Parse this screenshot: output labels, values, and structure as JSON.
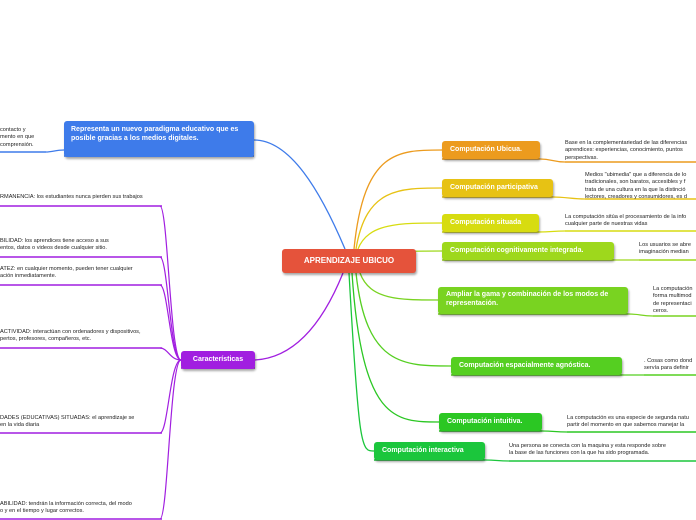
{
  "central": {
    "label": "APRENDIZAJE UBICUO",
    "color": "#e5533b"
  },
  "left_top": {
    "label": "Representa un nuevo paradigma educativo que es posible gracias a los medios digitales.",
    "color": "#3e7bea",
    "note_lines": [
      "contacto y",
      "mento en que",
      "comprensión."
    ]
  },
  "caracteristicas": {
    "label": "Características",
    "color": "#a11ee0",
    "items": [
      {
        "lines": [
          "RMANENCIA: los estudiantes nunca pierden sus trabajos"
        ]
      },
      {
        "lines": [
          "BILIDAD: los aprendices tiene acceso a sus",
          "entos, datos o videos desde cualquier sitio."
        ]
      },
      {
        "lines": [
          "ATEZ: en cualquier momento, pueden tener cualquier",
          "ación inmediatamente."
        ]
      },
      {
        "lines": [
          "ACTIVIDAD: interactúan con ordenadores y dispositivos,",
          "pertos, profesores, compañeros, etc."
        ]
      },
      {
        "lines": [
          "DADES (EDUCATIVAS) SITUADAS: el aprendizaje se",
          " en la vida diaria"
        ]
      },
      {
        "lines": [
          "ABILIDAD: tendrán la información correcta, del modo",
          "o y en el tiempo y lugar correctos."
        ]
      }
    ]
  },
  "right_branches": [
    {
      "label": "Computación Ubicua.",
      "color": "#ec9b1e",
      "note": [
        "Base en la complementariedad de las diferencias",
        "aprendices: experiencias, conocimiento, puntos",
        "perspectivas."
      ]
    },
    {
      "label": "Computación participativa",
      "color": "#e7c214",
      "note": [
        "Medios \"ubimedia\" que a diferencia de lo",
        "tradicionales, son baratos, accesibles y f",
        "trata de una cultura en la que la distinció",
        "lectores, creadores y consumidores, es d"
      ]
    },
    {
      "label": "Computación situada",
      "color": "#d7dc10",
      "note": [
        "La computación sitúa el procesamiento de la info",
        "cualquier parte de nuestras vidas"
      ]
    },
    {
      "label": "Computación cognitivamente integrada.",
      "color": "#9ed81c",
      "note": [
        "Los usuarios se abre",
        "imaginación median"
      ]
    },
    {
      "label": "Ampliar la gama y combinación de los modos de representación.",
      "color": "#79d321",
      "note": [
        "La computación",
        "forma multimod",
        "de representaci",
        "ceros."
      ]
    },
    {
      "label": "Computación espacialmente agnóstica.",
      "color": "#55cf21",
      "note": [
        ". Cosas como dond",
        "servía para definir"
      ]
    },
    {
      "label": "Computación intuitiva.",
      "color": "#2bc723",
      "note": [
        "La computación es una especie de segunda natu",
        "partir del momento en que sabemos manejar la"
      ]
    },
    {
      "label": "Computación interactiva",
      "color": "#1bc63c",
      "note": [
        "Una persona se conecta con la maquina y esta responde sobre",
        "la base de las funciones con la que ha sido programada."
      ]
    }
  ]
}
